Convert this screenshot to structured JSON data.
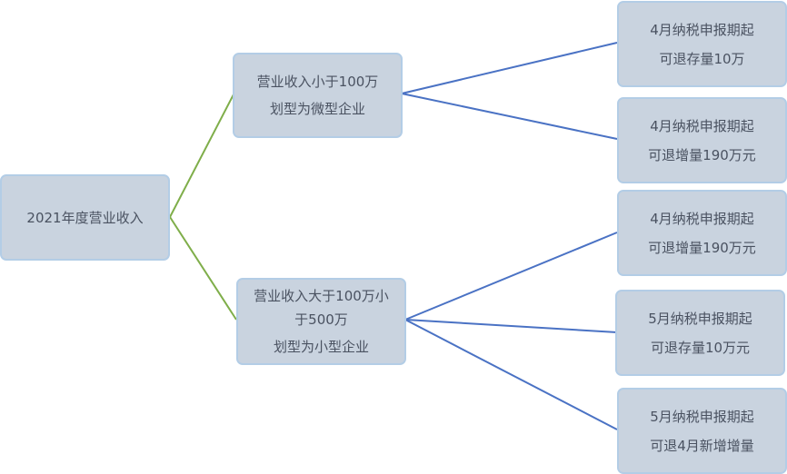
{
  "root": {
    "label": "2021年度营业收入"
  },
  "branches": [
    {
      "condition": "营业收入小于100万",
      "classification": "划型为微型企业",
      "outcomes": [
        {
          "line1": "4月纳税申报期起",
          "line2": "可退存量10万"
        },
        {
          "line1": "4月纳税申报期起",
          "line2": "可退增量190万元"
        }
      ]
    },
    {
      "condition_line1": "营业收入大于100万小",
      "condition_line2": "于500万",
      "classification": "划型为小型企业",
      "outcomes": [
        {
          "line1": "4月纳税申报期起",
          "line2": "可退增量190万元"
        },
        {
          "line1": "5月纳税申报期起",
          "line2": "可退存量10万元"
        },
        {
          "line1": "5月纳税申报期起",
          "line2": "可退4月新增增量"
        }
      ]
    }
  ],
  "colors": {
    "node_fill": "#c9d3df",
    "node_border": "#b3cde6",
    "node_text": "#4a5261",
    "root_connector": "#7fae4a",
    "branch_connector": "#4a72c4"
  }
}
